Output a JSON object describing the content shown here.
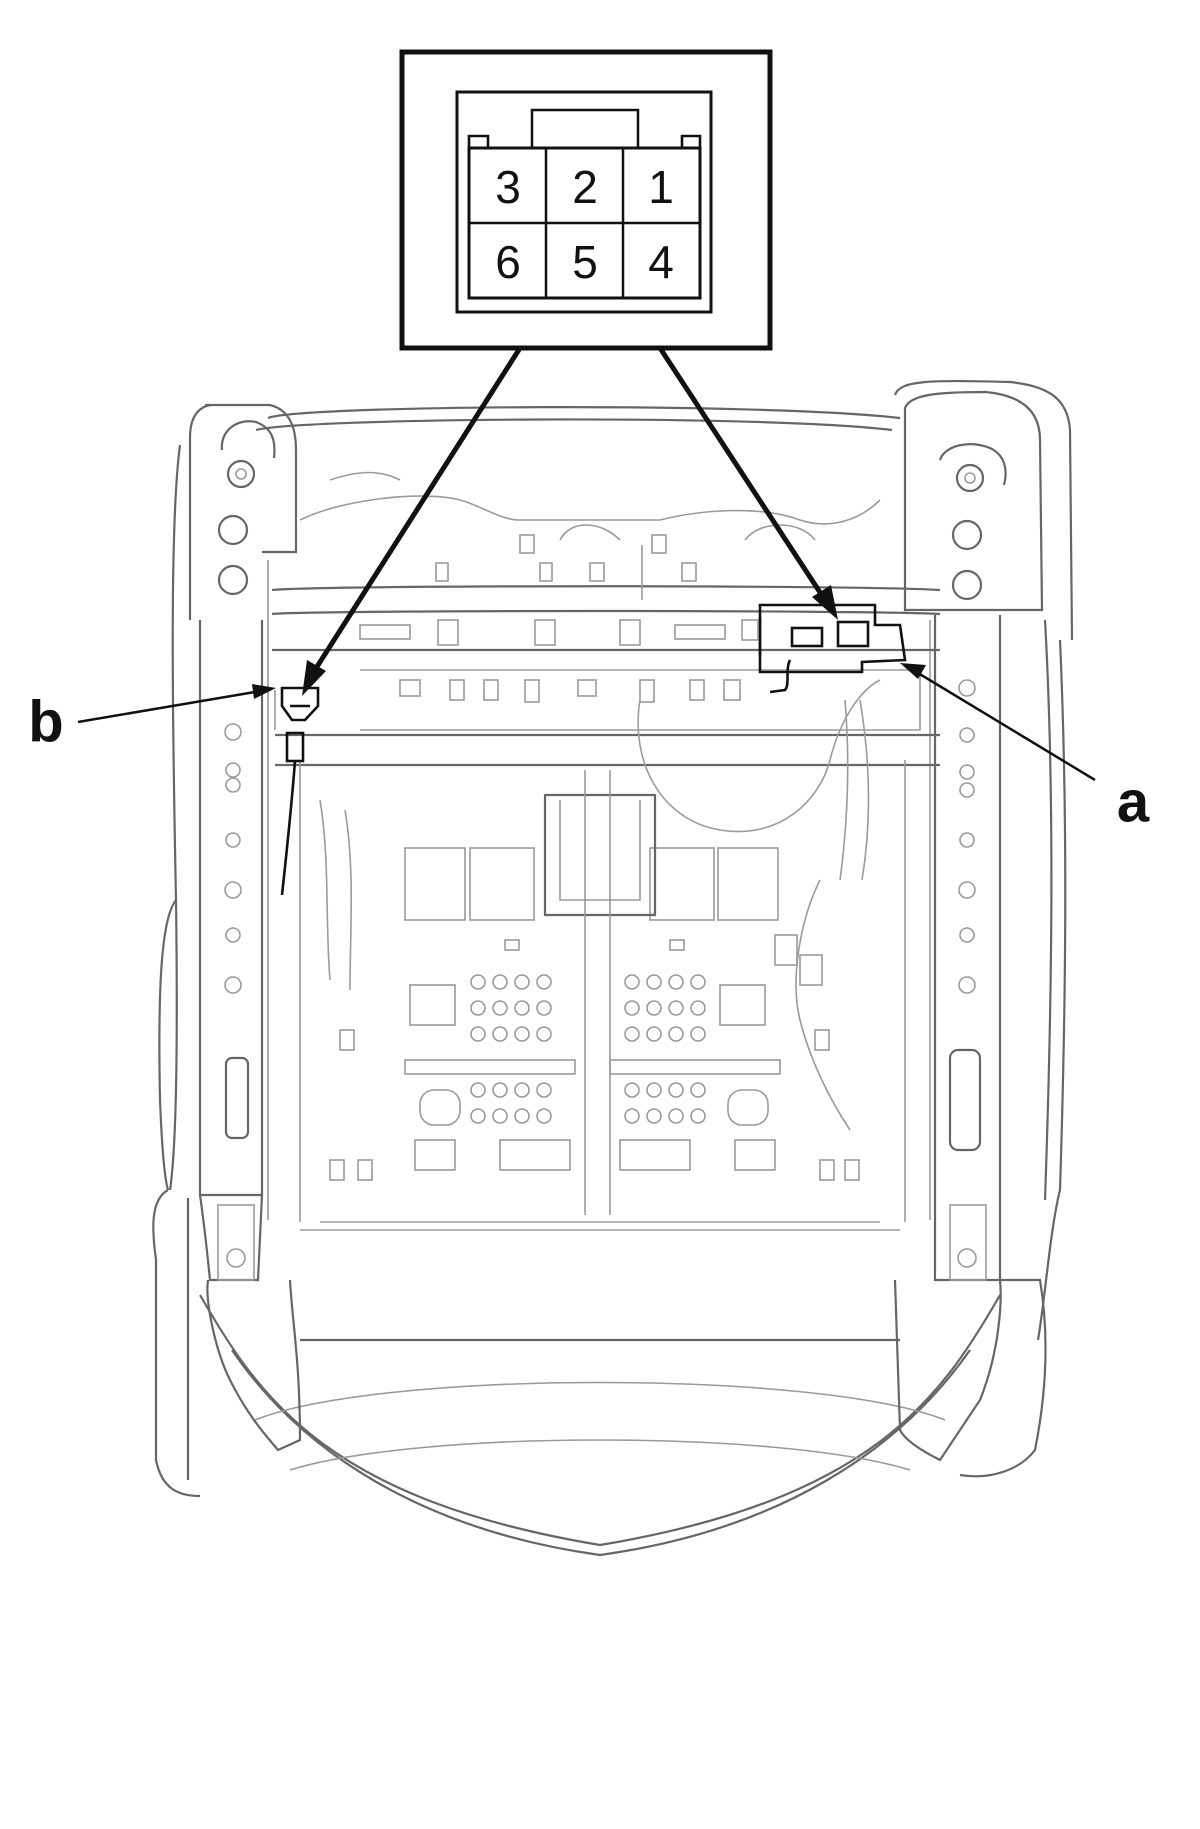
{
  "connector": {
    "pins_top": [
      "3",
      "2",
      "1"
    ],
    "pins_bottom": [
      "6",
      "5",
      "4"
    ]
  },
  "callouts": {
    "a": "a",
    "b": "b"
  },
  "colors": {
    "line": "#111111",
    "detail": "#9a9a9a",
    "background": "#ffffff"
  }
}
